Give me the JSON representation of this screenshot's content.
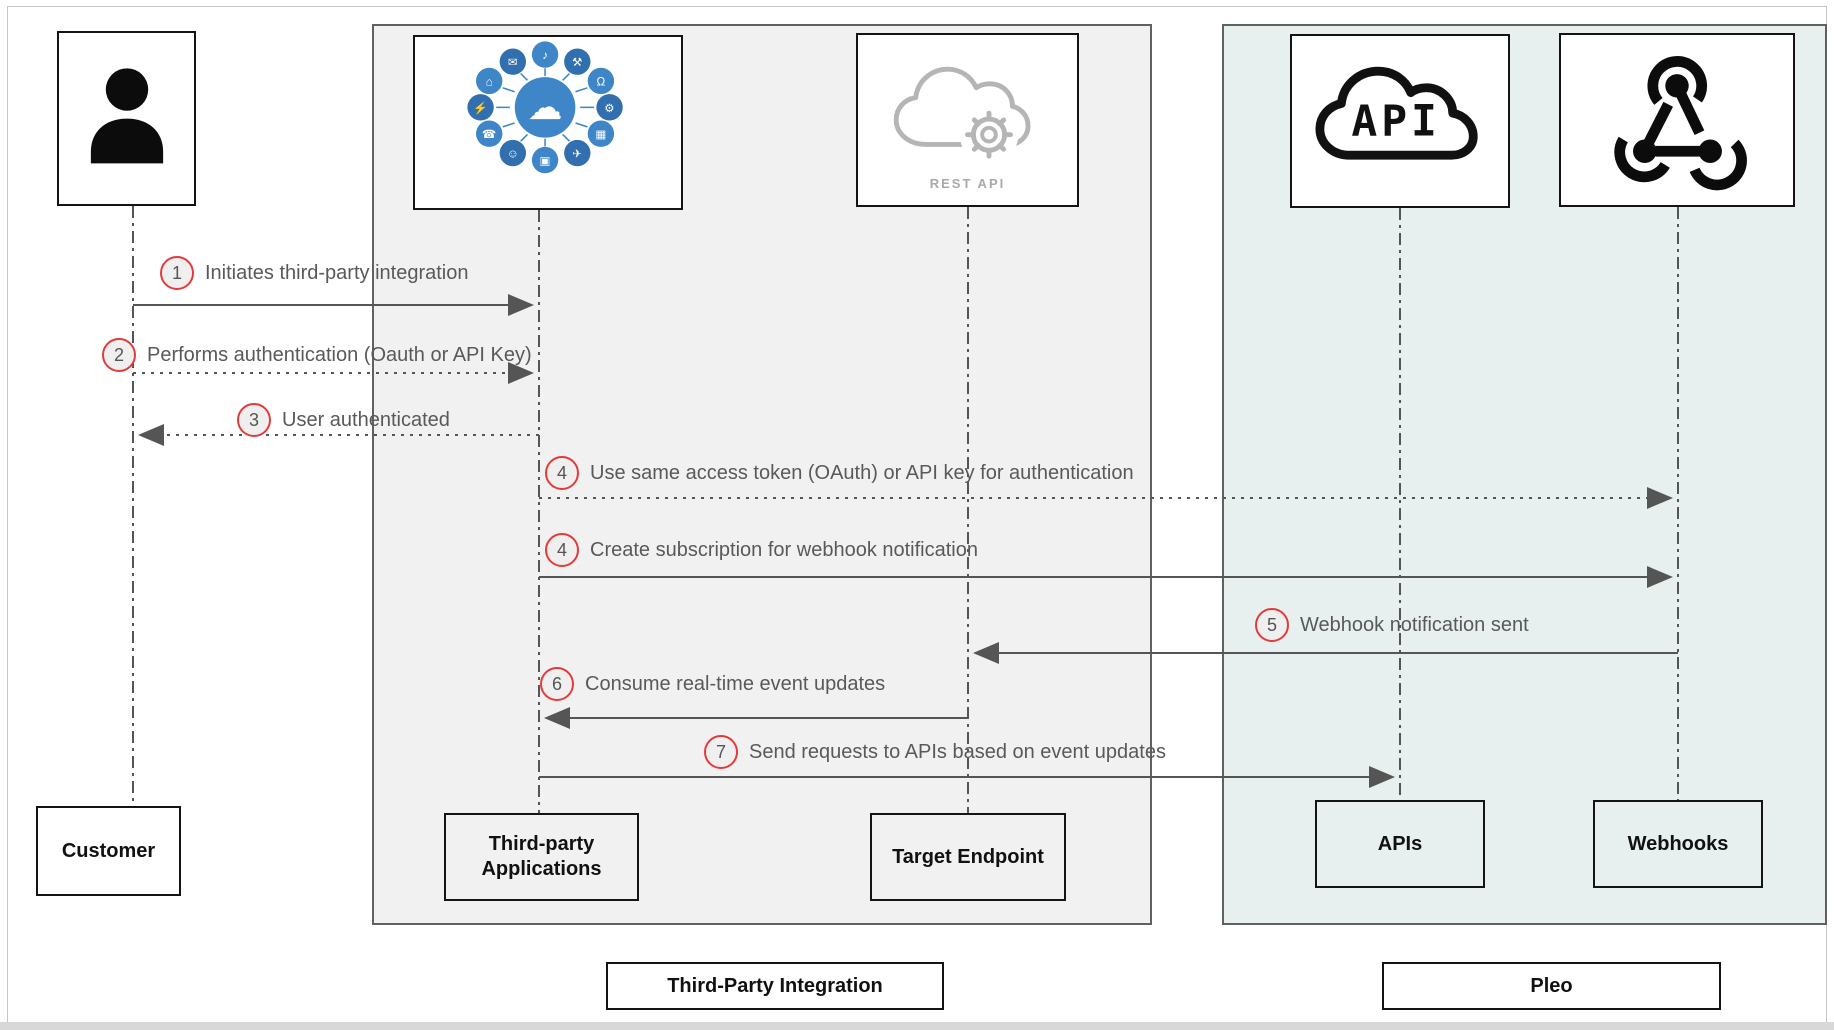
{
  "messages": [
    {
      "num": "1",
      "text": "Initiates third-party integration"
    },
    {
      "num": "2",
      "text": "Performs authentication (Oauth or API Key)"
    },
    {
      "num": "3",
      "text": "User authenticated"
    },
    {
      "num": "4",
      "text": "Use same access token (OAuth) or API key for authentication"
    },
    {
      "num": "4",
      "text": "Create subscription for webhook notification"
    },
    {
      "num": "5",
      "text": "Webhook notification sent"
    },
    {
      "num": "6",
      "text": "Consume real-time event updates"
    },
    {
      "num": "7",
      "text": "Send requests to APIs based on event updates"
    }
  ],
  "actors": {
    "customer": "Customer",
    "third_party_line1": "Third-party",
    "third_party_line2": "Applications",
    "target_endpoint": "Target Endpoint",
    "apis": "APIs",
    "webhooks": "Webhooks"
  },
  "groups": {
    "integration": "Third-Party Integration",
    "pleo": "Pleo"
  },
  "icon_text": {
    "rest_api_label": "REST API",
    "api_cloud_text": "API"
  },
  "icons": {
    "person-icon": "black user silhouette",
    "connected-apps-icon": "blue cloud hub with satellite app circles",
    "rest-api-cloud-icon": "gray cloud with gear",
    "api-cloud-icon": "black outlined cloud with API text",
    "webhook-icon": "webhook triangle symbol",
    "connected_apps_satellites": [
      "♪",
      "⚒",
      "Ω",
      "⚙",
      "▦",
      "✈",
      "▣",
      "☺",
      "☎",
      "⚡",
      "⌂",
      "✉"
    ]
  },
  "colors": {
    "app_blue": "#3e86c8",
    "app_blue_alt": "#316fae",
    "arrow_gray": "#555555",
    "badge_red": "#e23b3b",
    "container_gray": "#f1f1f1",
    "container_teal": "#e7f0ee",
    "muted_icon_gray": "#b5b5b5"
  }
}
